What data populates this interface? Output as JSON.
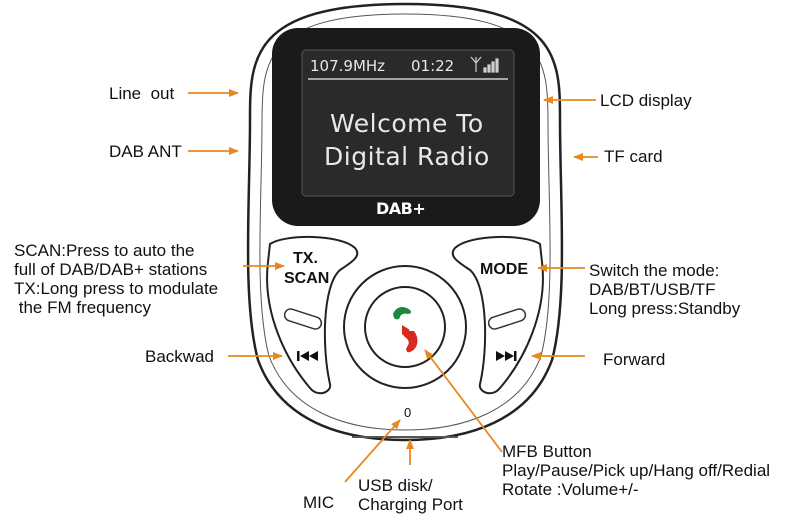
{
  "screen": {
    "frequency": "107.9MHz",
    "time": "01:22",
    "welcome_line1": "Welcome To",
    "welcome_line2": "Digital Radio",
    "logo": "DAB+"
  },
  "buttons": {
    "tx_line1": "TX.",
    "tx_line2": "SCAN",
    "mode": "MODE",
    "mic_hole": "0"
  },
  "callouts": {
    "line_out": "Line  out",
    "dab_ant": "DAB ANT",
    "scan_desc": "SCAN:Press to auto the\nfull of DAB/DAB+ stations\nTX:Long press to modulate\n the FM frequency",
    "backward": "Backwad",
    "mic": "MIC",
    "usb": "USB disk/\nCharging Port",
    "mfb": "MFB Button\nPlay/Pause/Pick up/Hang off/Redial\nRotate :Volume+/-",
    "forward": "Forward",
    "mode_desc": "Switch the mode:\nDAB/BT/USB/TF\nLong press:Standby",
    "tf_card": "TF card",
    "lcd_display": "LCD display"
  },
  "colors": {
    "arrow": "#e8891f",
    "body_outline": "#222222",
    "screen_bg": "#1a1a1a",
    "phone_green": "#1c8a3c",
    "phone_red": "#d62a1e"
  },
  "icons": [
    "signal-antenna-icon",
    "phone-icon",
    "prev-track-icon",
    "next-track-icon"
  ]
}
